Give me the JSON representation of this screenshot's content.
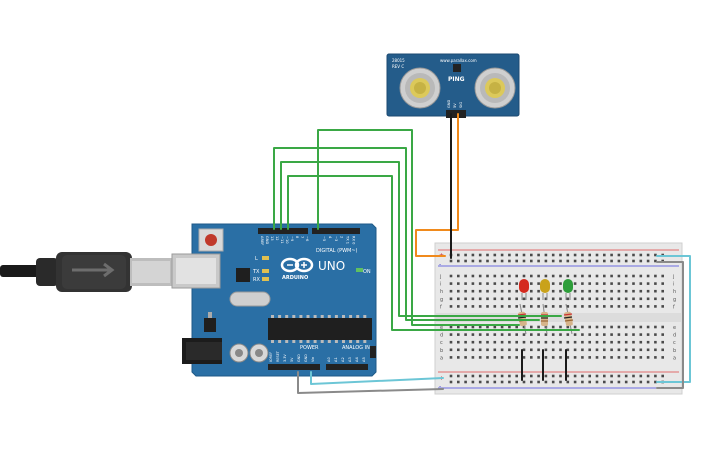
{
  "sensor": {
    "brand": "www.parallax.com",
    "model_top": "28015",
    "model_sub": "REV C",
    "name": "PING",
    "pins": [
      "GND",
      "5V",
      "SIG"
    ]
  },
  "arduino": {
    "logo_text": "ARDUINO",
    "model": "UNO",
    "digital_label": "DIGITAL (PWM~)",
    "power_label": "POWER",
    "analog_label": "ANALOG IN",
    "led_labels": [
      "L",
      "TX",
      "RX"
    ],
    "on_label": "ON",
    "digital_pins": [
      "AREF",
      "GND",
      "13",
      "12",
      "~11",
      "~10",
      "~9",
      "8",
      "7",
      "~6",
      "~5",
      "4",
      "~3",
      "2",
      "TX 1",
      "RX 0"
    ],
    "power_pins": [
      "IOREF",
      "RESET",
      "3.3V",
      "5V",
      "GND",
      "GND",
      "Vin"
    ],
    "analog_pins": [
      "A0",
      "A1",
      "A2",
      "A3",
      "A4",
      "A5"
    ]
  },
  "breadboard": {
    "row_letters_top": [
      "j",
      "i",
      "h",
      "g",
      "f"
    ],
    "row_letters_bottom": [
      "e",
      "d",
      "c",
      "b",
      "a"
    ],
    "rail_plus": "+",
    "rail_minus": "-"
  },
  "colors": {
    "board": "#2a6fa5",
    "wire_green": "#3aa845",
    "wire_orange": "#f08a1c",
    "wire_black": "#1a1a1a",
    "wire_cyan": "#6cc6d6",
    "wire_gray": "#8a8a8a",
    "led_red": "#d42a1e",
    "led_yellow": "#c9a21a",
    "led_green": "#2e9e3a",
    "sensor_board": "#245c8a"
  }
}
